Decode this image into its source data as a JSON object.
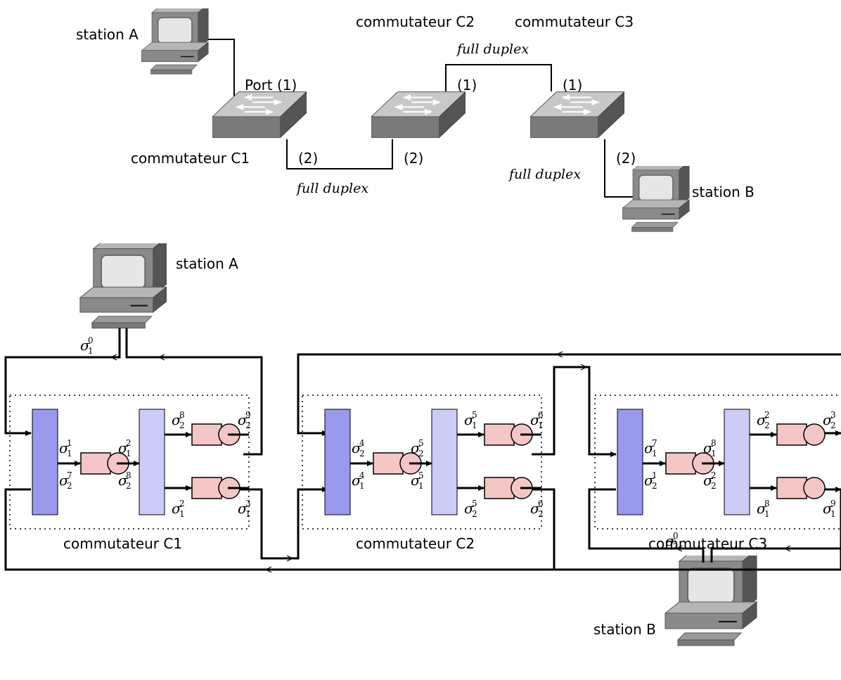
{
  "top": {
    "station_a": "station A",
    "station_b": "station B",
    "switch_c1": "commutateur C1",
    "switch_c2": "commutateur C2",
    "switch_c3": "commutateur C3",
    "port1_c1": "Port (1)",
    "port1": "(1)",
    "port2": "(2)",
    "full_duplex": "full duplex"
  },
  "bottom": {
    "station_a": "station A",
    "station_b": "station B",
    "switch_c1": "commutateur C1",
    "switch_c2": "commutateur C2",
    "switch_c3": "commutateur C3",
    "sigma": "σ",
    "flows": {
      "a_out": [
        "1",
        "0"
      ],
      "b_out": [
        "2",
        "0"
      ],
      "c1_in_top": [
        "1",
        "1"
      ],
      "c1_in_bot": [
        "2",
        "7"
      ],
      "c1_mid_top": [
        "1",
        "2"
      ],
      "c1_mid_bot": [
        "2",
        "8"
      ],
      "c1_out_top": [
        "2",
        "8"
      ],
      "c1_out_bot": [
        "1",
        "2"
      ],
      "c1_port_top": [
        "2",
        "9"
      ],
      "c1_port_bot": [
        "1",
        "3"
      ],
      "c2_in_top": [
        "2",
        "4"
      ],
      "c2_in_bot": [
        "1",
        "4"
      ],
      "c2_mid_top": [
        "2",
        "5"
      ],
      "c2_mid_bot": [
        "1",
        "5"
      ],
      "c2_out_top": [
        "1",
        "5"
      ],
      "c2_out_bot": [
        "2",
        "5"
      ],
      "c2_port_top": [
        "1",
        "6"
      ],
      "c2_port_bot": [
        "2",
        "6"
      ],
      "c3_in_top": [
        "1",
        "7"
      ],
      "c3_in_bot": [
        "2",
        "1"
      ],
      "c3_mid_top": [
        "1",
        "8"
      ],
      "c3_mid_bot": [
        "2",
        "2"
      ],
      "c3_out_top": [
        "2",
        "2"
      ],
      "c3_out_bot": [
        "1",
        "8"
      ],
      "c3_port_top": [
        "2",
        "3"
      ],
      "c3_port_bot": [
        "1",
        "9"
      ]
    }
  },
  "colors": {
    "input_block": "#9999ee",
    "output_block": "#ccccf7",
    "queue": "#f5c6c6",
    "switch_top": "#c8c8c8",
    "switch_front": "#7a7a7a",
    "computer": "#8a8a8a",
    "screen": "#e6e6e6"
  }
}
